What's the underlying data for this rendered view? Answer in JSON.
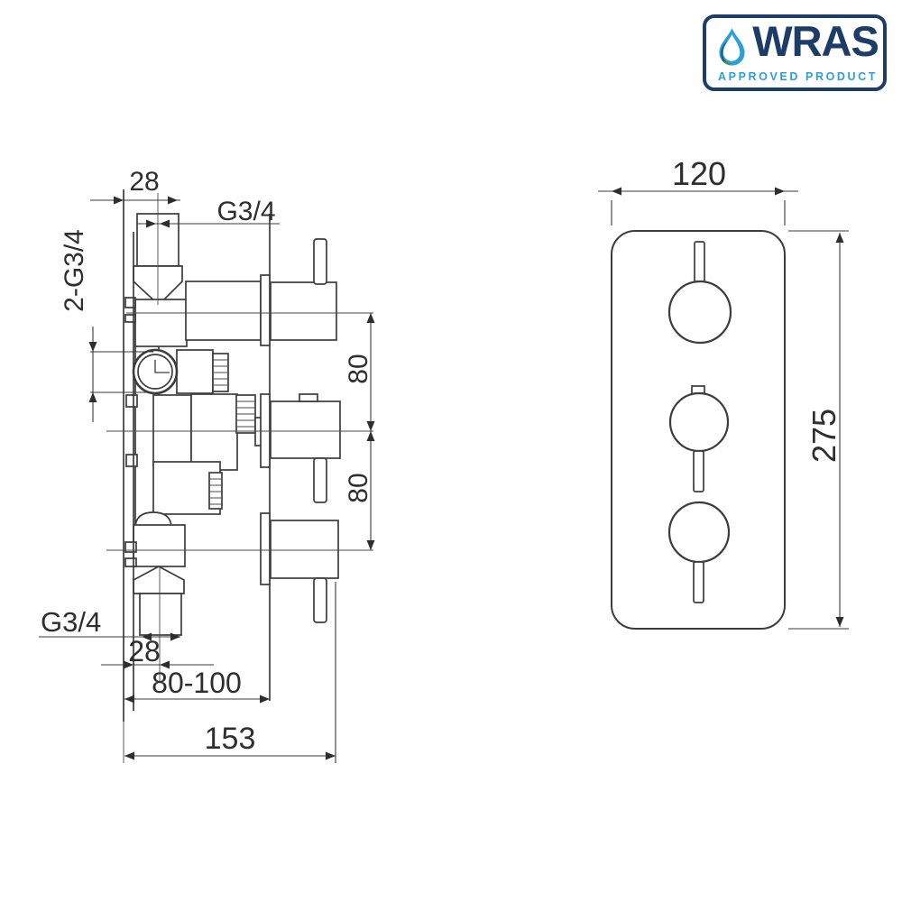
{
  "wras_badge": {
    "brand": "WRAS",
    "subtitle": "APPROVED PRODUCT",
    "colors": {
      "navy": "#1d3c67",
      "blue": "#2c9fd8",
      "green": "#5f9e33",
      "dark_green": "#26491d"
    }
  },
  "side_view": {
    "dimensions": {
      "top_inlet_offset": "28",
      "top_outlet_thread": "G3/4",
      "side_inlets_thread": "2-G3/4",
      "port_spacing_upper": "80",
      "port_spacing_lower": "80",
      "bottom_inlet_thread": "G3/4",
      "bottom_inlet_offset": "28",
      "recess_depth_range": "80-100",
      "overall_depth": "153"
    }
  },
  "front_view": {
    "dimensions": {
      "plate_width": "120",
      "plate_height": "275"
    }
  },
  "drawing_colors": {
    "line": "#3c3c3c",
    "text": "#2e2e2e"
  }
}
